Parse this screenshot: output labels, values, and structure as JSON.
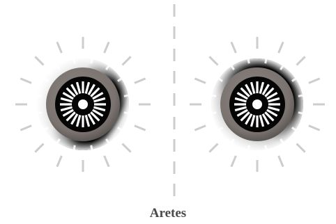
{
  "caption": "Aretes",
  "colors": {
    "background": "#ffffff",
    "caption_text": "#4a4a4a",
    "tick": "#cdcdcd",
    "ring": "#7e7774",
    "center": "#050505",
    "spokes": "#ffffff",
    "chrome_dark": "#0a0a0a",
    "chrome_light": "#f4f4f4"
  },
  "earrings": [
    {
      "name": "earring-left"
    },
    {
      "name": "earring-right"
    }
  ]
}
